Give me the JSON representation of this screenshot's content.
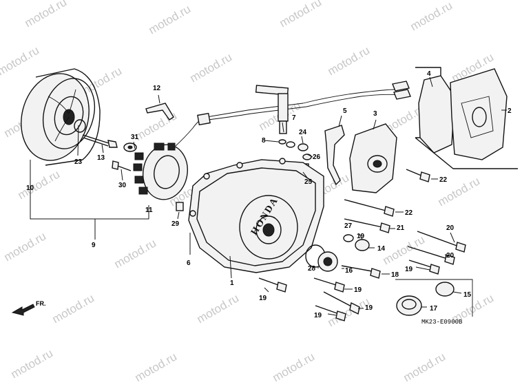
{
  "watermark_text": "motod.ru",
  "drawing_code": "MK23-E0900B",
  "front_marker": "FR.",
  "cover_brand": "HONDA",
  "callouts": {
    "c1": "1",
    "c2": "2",
    "c3": "3",
    "c4": "4",
    "c5": "5",
    "c6": "6",
    "c7": "7",
    "c8": "8",
    "c9": "9",
    "c10": "10",
    "c11": "11",
    "c12": "12",
    "c13": "13",
    "c14": "14",
    "c15": "15",
    "c16": "16",
    "c17": "17",
    "c18": "18",
    "c19a": "19",
    "c19b": "19",
    "c19c": "19",
    "c19d": "19",
    "c19e": "19",
    "c19f": "19",
    "c20a": "20",
    "c20b": "20",
    "c21": "21",
    "c22a": "22",
    "c22b": "22",
    "c23": "23",
    "c24": "24",
    "c25": "25",
    "c26": "26",
    "c27": "27",
    "c28": "28",
    "c29": "29",
    "c30": "30",
    "c31": "31"
  }
}
